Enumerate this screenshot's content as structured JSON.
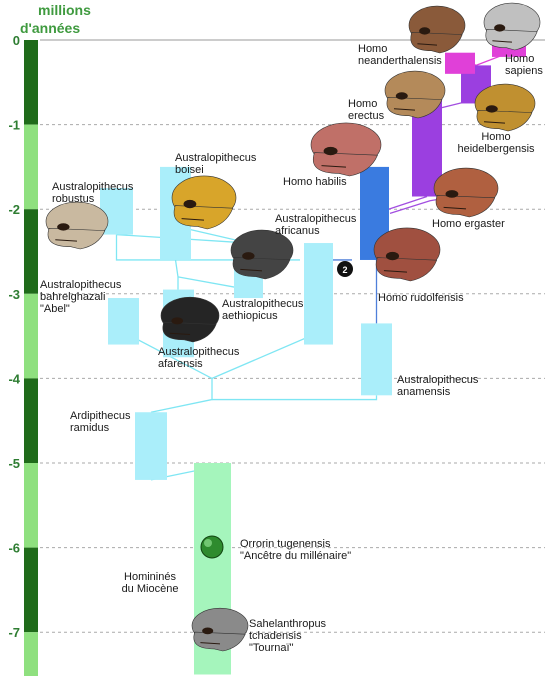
{
  "axis": {
    "title_line1": "millions",
    "title_line2": "d'années",
    "ticks": [
      "0",
      "-1",
      "-2",
      "-3",
      "-4",
      "-5",
      "-6",
      "-7"
    ],
    "max_mya": 7.5
  },
  "colors": {
    "australopith_bar": "#aaeefa",
    "miocene_bar": "#a5f5bc",
    "habilis_bar": "#3a7be0",
    "erectus_bar": "#9b3fe0",
    "late_homo_bar": "#e040d8",
    "cyan_line": "#7fe6f3",
    "blue_line": "#4f7fd9",
    "purple_line": "#a24ee0",
    "axis_dark": "#1f6b1a",
    "axis_light": "#8fe07f"
  },
  "taxa": [
    {
      "key": "sahelanthropus",
      "lines": [
        "Sahelanthropus",
        "tchadensis",
        "\"Tournaï\""
      ],
      "start": 7.2,
      "end": 6.8
    },
    {
      "key": "orrorin",
      "lines": [
        "Orrorin tugenensis",
        "\"Ancêtre du millénaire\""
      ],
      "start": 6.1,
      "end": 5.7
    },
    {
      "key": "miocene",
      "lines": [
        "Homininés",
        "du Miocène"
      ],
      "start": 7.5,
      "end": 5.0
    },
    {
      "key": "ardipithecus",
      "lines": [
        "Ardipithecus",
        "ramidus"
      ],
      "start": 5.2,
      "end": 4.4
    },
    {
      "key": "anamensis",
      "lines": [
        "Australopithecus",
        "anamensis"
      ],
      "start": 4.2,
      "end": 3.35
    },
    {
      "key": "afarensis",
      "lines": [
        "Australopithecus",
        "afarensis"
      ],
      "start": 3.75,
      "end": 2.95
    },
    {
      "key": "bahrelghazali",
      "lines": [
        "Australopithecus",
        "bahrelghazali",
        "\"Abel\""
      ],
      "start": 3.6,
      "end": 3.05
    },
    {
      "key": "africanus",
      "lines": [
        "Australopithecus",
        "africanus"
      ],
      "start": 3.6,
      "end": 2.4
    },
    {
      "key": "aethiopicus",
      "lines": [
        "Australopithecus",
        "aethiopicus"
      ],
      "start": 3.05,
      "end": 2.4
    },
    {
      "key": "boisei",
      "lines": [
        "Australopithecus",
        "boisei"
      ],
      "start": 2.6,
      "end": 1.5
    },
    {
      "key": "robustus",
      "lines": [
        "Australopithecus",
        "robustus"
      ],
      "start": 2.3,
      "end": 1.75
    },
    {
      "key": "rudolfensis",
      "lines": [
        "Homo rudolfensis"
      ],
      "start": 2.5,
      "end": 1.9
    },
    {
      "key": "habilis",
      "lines": [
        "Homo habilis"
      ],
      "start": 2.6,
      "end": 1.5
    },
    {
      "key": "ergaster",
      "lines": [
        "Homo ergaster"
      ],
      "start": 1.85,
      "end": 1.4
    },
    {
      "key": "erectus",
      "lines": [
        "Homo",
        "erectus"
      ],
      "start": 1.85,
      "end": 0.7
    },
    {
      "key": "heidelbergensis",
      "lines": [
        "Homo",
        "heidelbergensis"
      ],
      "start": 0.75,
      "end": 0.3
    },
    {
      "key": "neanderthalensis",
      "lines": [
        "Homo",
        "neanderthalensis"
      ],
      "start": 0.4,
      "end": 0.15
    },
    {
      "key": "sapiens",
      "lines": [
        "Homo",
        "sapiens"
      ],
      "start": 0.2,
      "end": 0.05
    }
  ],
  "marker": "2"
}
